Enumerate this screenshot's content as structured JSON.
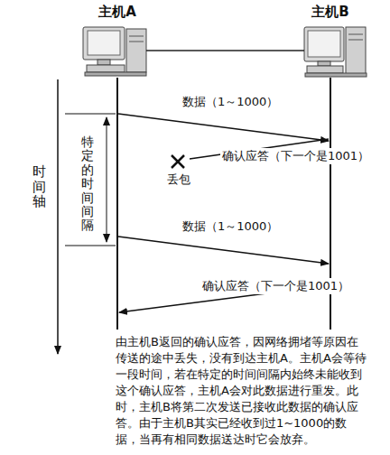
{
  "diagram": {
    "caption": "由主机B返回的确认应答，因网络拥堵等原因在传送的途中丢失，没有到达主机A。主机A会等待一段时间，若在特定的时间间隔内始终未能收到这个确认应答，主机A会对此数据进行重发。此时，主机B将第二次发送已接收此数据的确认应答。由于主机B其实已经收到过1~1000的数据，当再有相同数据送达时它会放弃。",
    "nodes": [
      {
        "text": [
          "主机A"
        ]
      },
      {
        "text": [
          "主机B"
        ]
      }
    ],
    "edges": [
      {
        "from": 0,
        "to": 1,
        "arrow": "to",
        "label": "数据（1～1000）"
      },
      {
        "from": 0,
        "to": 1,
        "arrow": "to",
        "label": "数据（1～1000）"
      },
      {
        "from": 1,
        "to": 0,
        "arrow": "to",
        "label": "确认应答（下一个是1001）"
      }
    ],
    "labels": [
      "时间轴",
      "特定的时间间隔",
      "确认应答（下一个是1001）",
      "丢包"
    ]
  }
}
